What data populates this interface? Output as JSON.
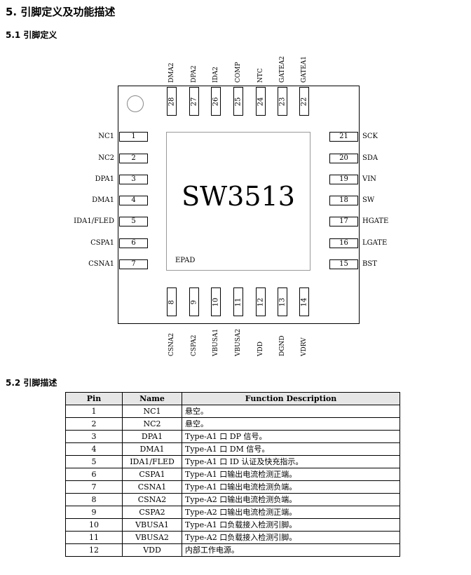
{
  "heading": "5. 引脚定义及功能描述",
  "sub1": "5.1 引脚定义",
  "sub2": "5.2 引脚描述",
  "chip": "SW3513",
  "epad": "EPAD",
  "left_pins": [
    {
      "num": "1",
      "name": "NC1"
    },
    {
      "num": "2",
      "name": "NC2"
    },
    {
      "num": "3",
      "name": "DPA1"
    },
    {
      "num": "4",
      "name": "DMA1"
    },
    {
      "num": "5",
      "name": "IDA1/FLED"
    },
    {
      "num": "6",
      "name": "CSPA1"
    },
    {
      "num": "7",
      "name": "CSNA1"
    }
  ],
  "right_pins": [
    {
      "num": "21",
      "name": "SCK"
    },
    {
      "num": "20",
      "name": "SDA"
    },
    {
      "num": "19",
      "name": "VIN"
    },
    {
      "num": "18",
      "name": "SW"
    },
    {
      "num": "17",
      "name": "HGATE"
    },
    {
      "num": "16",
      "name": "LGATE"
    },
    {
      "num": "15",
      "name": "BST"
    }
  ],
  "top_pins": [
    {
      "num": "28",
      "name": "DMA2"
    },
    {
      "num": "27",
      "name": "DPA2"
    },
    {
      "num": "26",
      "name": "IDA2"
    },
    {
      "num": "25",
      "name": "COMP"
    },
    {
      "num": "24",
      "name": "NTC"
    },
    {
      "num": "23",
      "name": "GATEA2"
    },
    {
      "num": "22",
      "name": "GATEA1"
    }
  ],
  "bottom_pins": [
    {
      "num": "8",
      "name": "CSNA2"
    },
    {
      "num": "9",
      "name": "CSPA2"
    },
    {
      "num": "10",
      "name": "VBUSA1"
    },
    {
      "num": "11",
      "name": "VBUSA2"
    },
    {
      "num": "12",
      "name": "VDD"
    },
    {
      "num": "13",
      "name": "DGND"
    },
    {
      "num": "14",
      "name": "VDRV"
    }
  ],
  "table": {
    "headers": [
      "Pin",
      "Name",
      "Function Description"
    ],
    "rows": [
      [
        "1",
        "NC1",
        "悬空。"
      ],
      [
        "2",
        "NC2",
        "悬空。"
      ],
      [
        "3",
        "DPA1",
        "Type-A1 口 DP 信号。"
      ],
      [
        "4",
        "DMA1",
        "Type-A1 口 DM 信号。"
      ],
      [
        "5",
        "IDA1/FLED",
        "Type-A1 口 ID 认证及快充指示。"
      ],
      [
        "6",
        "CSPA1",
        "Type-A1 口输出电流检测正端。"
      ],
      [
        "7",
        "CSNA1",
        "Type-A1 口输出电流检测负端。"
      ],
      [
        "8",
        "CSNA2",
        "Type-A2 口输出电流检测负端。"
      ],
      [
        "9",
        "CSPA2",
        "Type-A2 口输出电流检测正端。"
      ],
      [
        "10",
        "VBUSA1",
        "Type-A1 口负载接入检测引脚。"
      ],
      [
        "11",
        "VBUSA2",
        "Type-A2 口负载接入检测引脚。"
      ],
      [
        "12",
        "VDD",
        "内部工作电源。"
      ]
    ]
  }
}
